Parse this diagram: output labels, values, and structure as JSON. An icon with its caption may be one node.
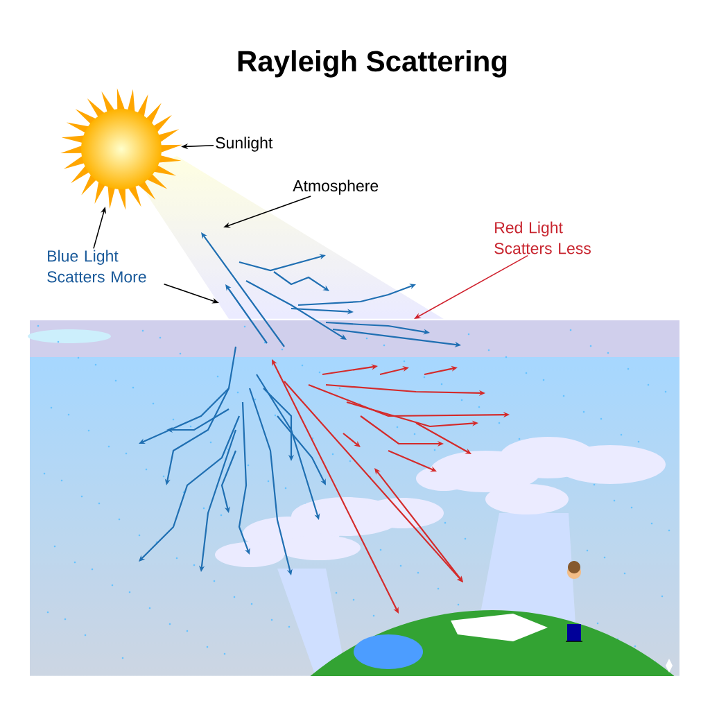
{
  "diagram": {
    "title": "Rayleigh Scattering",
    "nodes": [
      {
        "text": [
          "Sunlight"
        ]
      },
      {
        "text": [],
        "shape": "circle"
      },
      {
        "text": [
          "Atmosphere"
        ]
      },
      {
        "text": [
          "Blue Light Scatters More"
        ]
      },
      {
        "text": [
          "Red Light Scatters Less"
        ]
      }
    ],
    "edges": [
      {
        "from": 0,
        "to": 1,
        "arrow": "to"
      },
      {
        "from": 2,
        "to": null,
        "arrow": "to"
      },
      {
        "from": 3,
        "to": 1,
        "arrow": "to"
      },
      {
        "from": 3,
        "to": null,
        "arrow": "to"
      },
      {
        "from": 4,
        "to": null,
        "arrow": "to",
        "color": "#d0222e"
      }
    ]
  }
}
